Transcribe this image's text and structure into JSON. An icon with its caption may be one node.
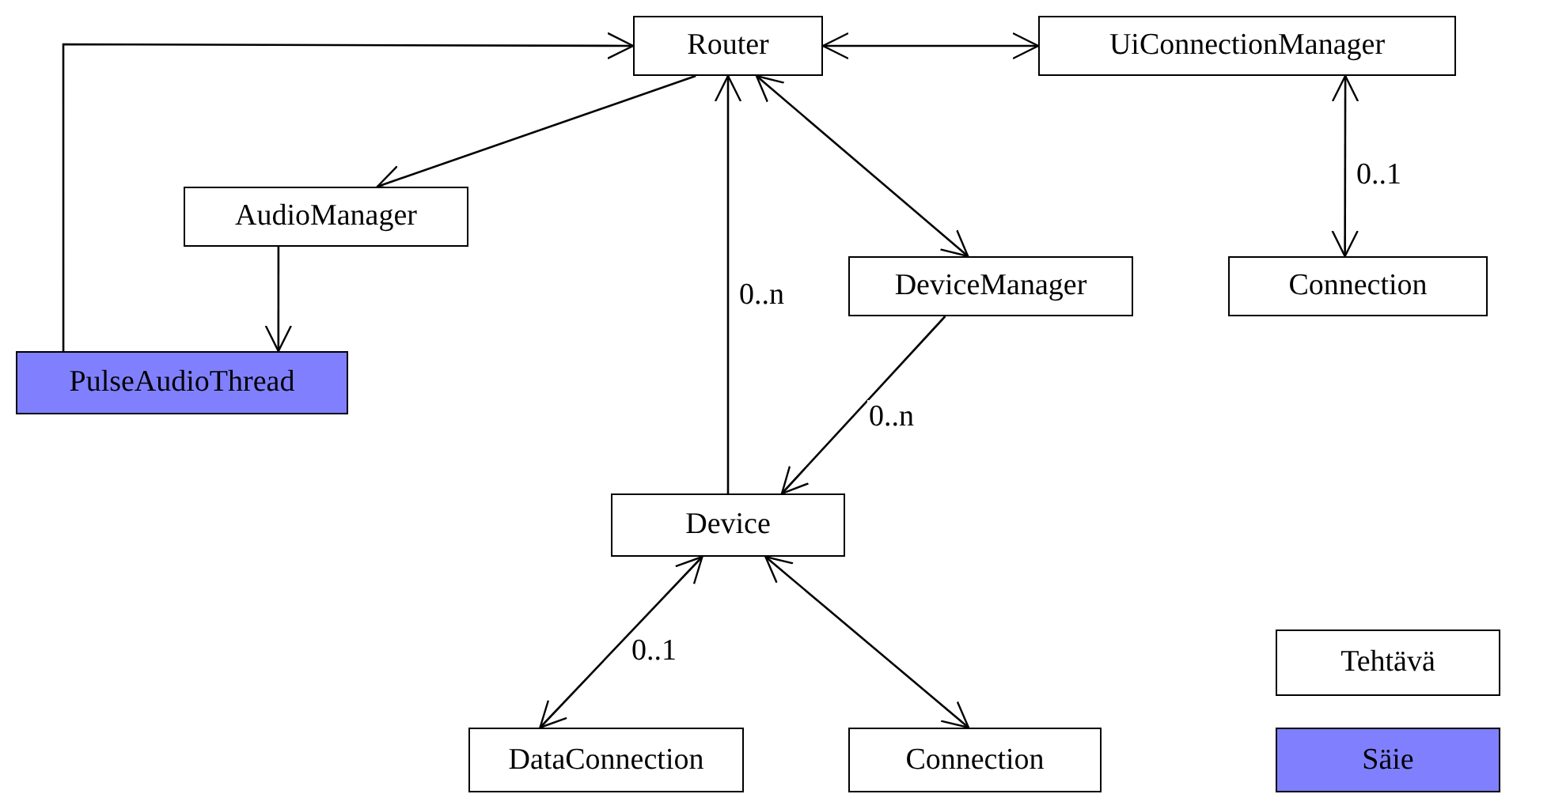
{
  "diagram": {
    "nodes": [
      {
        "text": [
          "Router"
        ]
      },
      {
        "text": [
          "UiConnectionManager"
        ]
      },
      {
        "text": [
          "AudioManager"
        ]
      },
      {
        "text": [
          "PulseAudioThread"
        ]
      },
      {
        "text": [
          "DeviceManager"
        ]
      },
      {
        "text": [
          "Connection"
        ]
      },
      {
        "text": [
          "Device"
        ]
      },
      {
        "text": [
          "DataConnection"
        ]
      },
      {
        "text": [
          "Connection"
        ]
      }
    ],
    "edges": [
      {
        "from": 3,
        "to": 0,
        "arrow": "to"
      },
      {
        "from": 0,
        "to": 1,
        "arrow": "both"
      },
      {
        "from": 0,
        "to": 2,
        "arrow": "to"
      },
      {
        "from": 2,
        "to": 3,
        "arrow": "to"
      },
      {
        "from": 0,
        "to": 4,
        "arrow": "both"
      },
      {
        "from": 1,
        "to": 5,
        "arrow": "both",
        "label": "0..1"
      },
      {
        "from": 6,
        "to": 0,
        "arrow": "to",
        "label": "0..n"
      },
      {
        "from": 4,
        "to": 6,
        "arrow": "to",
        "label": "0..n"
      },
      {
        "from": 6,
        "to": 7,
        "arrow": "both",
        "label": "0..1"
      },
      {
        "from": 6,
        "to": 8,
        "arrow": "both"
      }
    ],
    "legend": [
      {
        "text": "Tehtävä",
        "color": "#ffffff"
      },
      {
        "text": "Säie",
        "color": "#8080ff"
      }
    ]
  }
}
